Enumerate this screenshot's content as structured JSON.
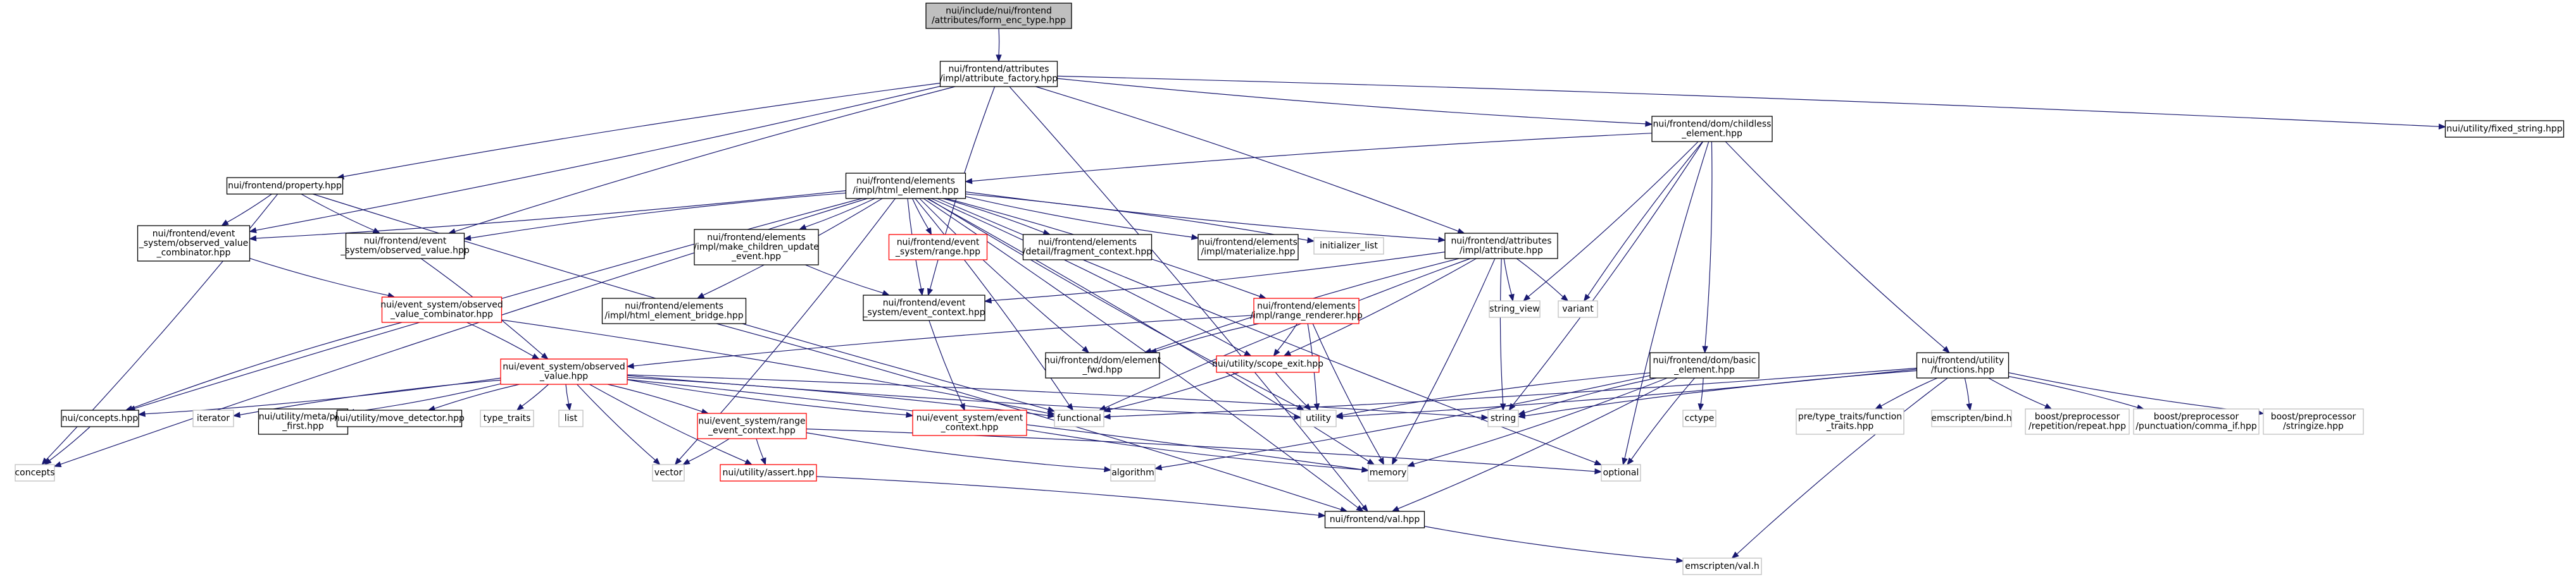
{
  "colors": {
    "edge": "#191970",
    "root_fill": "#bfbfbf",
    "border_dark": "#000000",
    "border_red": "#ff0000",
    "border_gray": "#bfbfbf",
    "text_gray": "#5f5f5f"
  },
  "nodes": [
    {
      "id": "root",
      "kind": "root",
      "lines": [
        "nui/include/nui/frontend",
        "/attributes/form_enc_type.hpp"
      ]
    },
    {
      "id": "attr_factory",
      "kind": "dark",
      "lines": [
        "nui/frontend/attributes",
        "/impl/attribute_factory.hpp"
      ]
    },
    {
      "id": "childless",
      "kind": "dark",
      "lines": [
        "nui/frontend/dom/childless",
        "_element.hpp"
      ]
    },
    {
      "id": "fixed_string",
      "kind": "dark",
      "lines": [
        "nui/utility/fixed_string.hpp"
      ]
    },
    {
      "id": "property",
      "kind": "dark",
      "lines": [
        "nui/frontend/property.hpp"
      ]
    },
    {
      "id": "html_element",
      "kind": "dark",
      "lines": [
        "nui/frontend/elements",
        "/impl/html_element.hpp"
      ]
    },
    {
      "id": "ev_observed_value_comb",
      "kind": "dark",
      "lines": [
        "nui/frontend/event",
        "_system/observed_value",
        "_combinator.hpp"
      ]
    },
    {
      "id": "ev_observed_value",
      "kind": "dark",
      "lines": [
        "nui/frontend/event",
        "_system/observed_value.hpp"
      ]
    },
    {
      "id": "make_children",
      "kind": "dark",
      "lines": [
        "nui/frontend/elements",
        "/impl/make_children_update",
        "_event.hpp"
      ]
    },
    {
      "id": "range_fe",
      "kind": "red",
      "lines": [
        "nui/frontend/event",
        "_system/range.hpp"
      ]
    },
    {
      "id": "fragment_context",
      "kind": "dark",
      "lines": [
        "nui/frontend/elements",
        "/detail/fragment_context.hpp"
      ]
    },
    {
      "id": "materialize",
      "kind": "dark",
      "lines": [
        "nui/frontend/elements",
        "/impl/materialize.hpp"
      ]
    },
    {
      "id": "initializer_list",
      "kind": "gray",
      "lines": [
        "initializer_list"
      ]
    },
    {
      "id": "attribute",
      "kind": "dark",
      "lines": [
        "nui/frontend/attributes",
        "/impl/attribute.hpp"
      ]
    },
    {
      "id": "html_bridge",
      "kind": "dark",
      "lines": [
        "nui/frontend/elements",
        "/impl/html_element_bridge.hpp"
      ]
    },
    {
      "id": "ev_event_context_fe",
      "kind": "dark",
      "lines": [
        "nui/frontend/event",
        "_system/event_context.hpp"
      ]
    },
    {
      "id": "ovc_core",
      "kind": "red",
      "lines": [
        "nui/event_system/observed",
        "_value_combinator.hpp"
      ]
    },
    {
      "id": "range_renderer",
      "kind": "red",
      "lines": [
        "nui/frontend/elements",
        "/impl/range_renderer.hpp"
      ]
    },
    {
      "id": "string_view",
      "kind": "gray",
      "lines": [
        "string_view"
      ]
    },
    {
      "id": "variant",
      "kind": "gray",
      "lines": [
        "variant"
      ]
    },
    {
      "id": "basic_element",
      "kind": "dark",
      "lines": [
        "nui/frontend/dom/basic",
        "_element.hpp"
      ]
    },
    {
      "id": "functions",
      "kind": "dark",
      "lines": [
        "nui/frontend/utility",
        "/functions.hpp"
      ]
    },
    {
      "id": "element_fwd",
      "kind": "dark",
      "lines": [
        "nui/frontend/dom/element",
        "_fwd.hpp"
      ]
    },
    {
      "id": "scope_exit",
      "kind": "red",
      "lines": [
        "nui/utility/scope_exit.hpp"
      ]
    },
    {
      "id": "observed_value_core",
      "kind": "red",
      "lines": [
        "nui/event_system/observed",
        "_value.hpp"
      ]
    },
    {
      "id": "concepts_hpp",
      "kind": "dark",
      "lines": [
        "nui/concepts.hpp"
      ]
    },
    {
      "id": "iterator",
      "kind": "gray",
      "lines": [
        "iterator"
      ]
    },
    {
      "id": "meta_pick_first",
      "kind": "dark",
      "lines": [
        "nui/utility/meta/pick",
        "_first.hpp"
      ]
    },
    {
      "id": "move_detector",
      "kind": "dark",
      "lines": [
        "nui/utility/move_detector.hpp"
      ]
    },
    {
      "id": "type_traits",
      "kind": "gray",
      "lines": [
        "type_traits"
      ]
    },
    {
      "id": "list",
      "kind": "gray",
      "lines": [
        "list"
      ]
    },
    {
      "id": "range_event_context",
      "kind": "red",
      "lines": [
        "nui/event_system/range",
        "_event_context.hpp"
      ]
    },
    {
      "id": "event_context_core",
      "kind": "red",
      "lines": [
        "nui/event_system/event",
        "_context.hpp"
      ]
    },
    {
      "id": "functional",
      "kind": "gray",
      "lines": [
        "functional"
      ]
    },
    {
      "id": "utility",
      "kind": "gray",
      "lines": [
        "utility"
      ]
    },
    {
      "id": "string",
      "kind": "gray",
      "lines": [
        "string"
      ]
    },
    {
      "id": "cctype",
      "kind": "gray",
      "lines": [
        "cctype"
      ]
    },
    {
      "id": "pre_type_traits",
      "kind": "gray",
      "lines": [
        "pre/type_traits/function",
        "_traits.hpp"
      ]
    },
    {
      "id": "emscripten_bind",
      "kind": "gray",
      "lines": [
        "emscripten/bind.h"
      ]
    },
    {
      "id": "boost_repetition",
      "kind": "gray",
      "lines": [
        "boost/preprocessor",
        "/repetition/repeat.hpp"
      ]
    },
    {
      "id": "boost_comma_if",
      "kind": "gray",
      "lines": [
        "boost/preprocessor",
        "/punctuation/comma_if.hpp"
      ]
    },
    {
      "id": "boost_stringize",
      "kind": "gray",
      "lines": [
        "boost/preprocessor",
        "/stringize.hpp"
      ]
    },
    {
      "id": "concepts",
      "kind": "gray",
      "lines": [
        "concepts"
      ]
    },
    {
      "id": "vector",
      "kind": "gray",
      "lines": [
        "vector"
      ]
    },
    {
      "id": "assert",
      "kind": "red",
      "lines": [
        "nui/utility/assert.hpp"
      ]
    },
    {
      "id": "algorithm",
      "kind": "gray",
      "lines": [
        "algorithm"
      ]
    },
    {
      "id": "memory",
      "kind": "gray",
      "lines": [
        "memory"
      ]
    },
    {
      "id": "optional",
      "kind": "gray",
      "lines": [
        "optional"
      ]
    },
    {
      "id": "val",
      "kind": "dark",
      "lines": [
        "nui/frontend/val.hpp"
      ]
    },
    {
      "id": "emscripten_val",
      "kind": "gray",
      "lines": [
        "emscripten/val.h"
      ]
    }
  ],
  "edges": [
    [
      "root",
      "attr_factory"
    ],
    [
      "attr_factory",
      "childless"
    ],
    [
      "attr_factory",
      "fixed_string"
    ],
    [
      "attr_factory",
      "property"
    ],
    [
      "attr_factory",
      "ev_observed_value_comb"
    ],
    [
      "attr_factory",
      "ev_observed_value"
    ],
    [
      "attr_factory",
      "attribute"
    ],
    [
      "attr_factory",
      "ev_event_context_fe"
    ],
    [
      "attr_factory",
      "val"
    ],
    [
      "childless",
      "html_element"
    ],
    [
      "childless",
      "basic_element"
    ],
    [
      "childless",
      "functions"
    ],
    [
      "childless",
      "string_view"
    ],
    [
      "childless",
      "variant"
    ],
    [
      "childless",
      "string"
    ],
    [
      "childless",
      "optional"
    ],
    [
      "property",
      "ev_observed_value_comb"
    ],
    [
      "property",
      "ev_observed_value"
    ],
    [
      "property",
      "concepts"
    ],
    [
      "property",
      "functional"
    ],
    [
      "html_element",
      "ev_observed_value_comb"
    ],
    [
      "html_element",
      "ev_observed_value"
    ],
    [
      "html_element",
      "make_children"
    ],
    [
      "html_element",
      "range_fe"
    ],
    [
      "html_element",
      "fragment_context"
    ],
    [
      "html_element",
      "materialize"
    ],
    [
      "html_element",
      "initializer_list"
    ],
    [
      "html_element",
      "attribute"
    ],
    [
      "html_element",
      "html_bridge"
    ],
    [
      "html_element",
      "ev_event_context_fe"
    ],
    [
      "html_element",
      "range_renderer"
    ],
    [
      "html_element",
      "element_fwd"
    ],
    [
      "html_element",
      "scope_exit"
    ],
    [
      "html_element",
      "concepts_hpp"
    ],
    [
      "html_element",
      "functional"
    ],
    [
      "html_element",
      "utility"
    ],
    [
      "html_element",
      "memory"
    ],
    [
      "html_element",
      "optional"
    ],
    [
      "html_element",
      "vector"
    ],
    [
      "html_element",
      "concepts"
    ],
    [
      "html_element",
      "val"
    ],
    [
      "ev_observed_value_comb",
      "ovc_core"
    ],
    [
      "ev_observed_value",
      "observed_value_core"
    ],
    [
      "make_children",
      "ev_event_context_fe"
    ],
    [
      "attribute",
      "ev_event_context_fe"
    ],
    [
      "attribute",
      "element_fwd"
    ],
    [
      "attribute",
      "scope_exit"
    ],
    [
      "attribute",
      "string_view"
    ],
    [
      "attribute",
      "variant"
    ],
    [
      "attribute",
      "functional"
    ],
    [
      "attribute",
      "memory"
    ],
    [
      "attribute",
      "string"
    ],
    [
      "html_bridge",
      "val"
    ],
    [
      "ev_event_context_fe",
      "event_context_core"
    ],
    [
      "ovc_core",
      "observed_value_core"
    ],
    [
      "ovc_core",
      "concepts_hpp"
    ],
    [
      "ovc_core",
      "functional"
    ],
    [
      "range_renderer",
      "element_fwd"
    ],
    [
      "range_renderer",
      "scope_exit"
    ],
    [
      "range_renderer",
      "observed_value_core"
    ],
    [
      "range_renderer",
      "utility"
    ],
    [
      "range_renderer",
      "memory"
    ],
    [
      "basic_element",
      "val"
    ],
    [
      "basic_element",
      "string"
    ],
    [
      "basic_element",
      "cctype"
    ],
    [
      "basic_element",
      "optional"
    ],
    [
      "basic_element",
      "memory"
    ],
    [
      "basic_element",
      "utility"
    ],
    [
      "basic_element",
      "algorithm"
    ],
    [
      "functions",
      "pre_type_traits"
    ],
    [
      "functions",
      "emscripten_bind"
    ],
    [
      "functions",
      "boost_repetition"
    ],
    [
      "functions",
      "boost_comma_if"
    ],
    [
      "functions",
      "boost_stringize"
    ],
    [
      "functions",
      "functional"
    ],
    [
      "functions",
      "string"
    ],
    [
      "functions",
      "utility"
    ],
    [
      "functions",
      "emscripten_val"
    ],
    [
      "scope_exit",
      "functional"
    ],
    [
      "scope_exit",
      "utility"
    ],
    [
      "observed_value_core",
      "concepts_hpp"
    ],
    [
      "observed_value_core",
      "iterator"
    ],
    [
      "observed_value_core",
      "meta_pick_first"
    ],
    [
      "observed_value_core",
      "move_detector"
    ],
    [
      "observed_value_core",
      "type_traits"
    ],
    [
      "observed_value_core",
      "list"
    ],
    [
      "observed_value_core",
      "range_event_context"
    ],
    [
      "observed_value_core",
      "event_context_core"
    ],
    [
      "observed_value_core",
      "functional"
    ],
    [
      "observed_value_core",
      "utility"
    ],
    [
      "observed_value_core",
      "string"
    ],
    [
      "observed_value_core",
      "vector"
    ],
    [
      "observed_value_core",
      "memory"
    ],
    [
      "observed_value_core",
      "assert"
    ],
    [
      "concepts_hpp",
      "concepts"
    ],
    [
      "range_event_context",
      "assert"
    ],
    [
      "range_event_context",
      "vector"
    ],
    [
      "range_event_context",
      "algorithm"
    ],
    [
      "range_event_context",
      "optional"
    ],
    [
      "event_context_core",
      "memory"
    ],
    [
      "assert",
      "val"
    ],
    [
      "val",
      "emscripten_val"
    ]
  ]
}
